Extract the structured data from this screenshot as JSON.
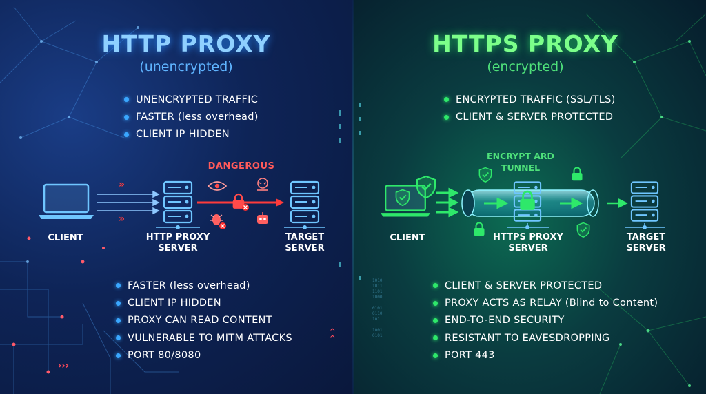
{
  "http": {
    "title": "HTTP PROXY",
    "subtitle": "(unencrypted)",
    "top_features": [
      "UNENCRYPTED TRAFFIC",
      "FASTER (less overhead)",
      "CLIENT IP HIDDEN"
    ],
    "warning": "DANGEROUS",
    "nodes": {
      "client": "CLIENT",
      "proxy_1": "HTTP PROXY",
      "proxy_2": "SERVER",
      "target_1": "TARGET",
      "target_2": "SERVER"
    },
    "bottom_features": [
      "FASTER (less overhead)",
      "CLIENT IP HIDDEN",
      "PROXY CAN READ CONTENT",
      "VULNERABLE TO MITM ATTACKS",
      "PORT 80/8080"
    ]
  },
  "https": {
    "title": "HTTPS PROXY",
    "subtitle": "(encrypted)",
    "top_features": [
      "ENCRYPTED TRAFFIC (SSL/TLS)",
      "CLIENT & SERVER PROTECTED"
    ],
    "tunnel_label_1": "ENCRYPT ARD",
    "tunnel_label_2": "TUNNEL",
    "nodes": {
      "client": "CLIENT",
      "proxy_1": "HTTPS PROXY",
      "proxy_2": "SERVER",
      "target_1": "TARGET",
      "target_2": "SERVER"
    },
    "bottom_features": [
      "CLIENT & SERVER PROTECTED",
      "PROXY ACTS AS RELAY (Blind to Content)",
      "END-TO-END SECURITY",
      "RESISTANT TO EAVESDROPPING",
      "PORT 443"
    ]
  },
  "binary": [
    "1010",
    "1011",
    "1101",
    "1000",
    "",
    "0101",
    "0110",
    "101",
    "",
    "1001",
    "0101"
  ],
  "colors": {
    "http_accent": "#3aa7ff",
    "http_title": "#8fd0ff",
    "danger": "#ff3b3b",
    "https_accent": "#2ee86a",
    "https_title": "#7cff8a",
    "server_blue": "#6fc6ff"
  },
  "icons": {
    "client": "laptop-icon",
    "server": "server-rack-icon",
    "threats": [
      "eye-icon",
      "hacker-icon",
      "bug-icon",
      "robot-icon",
      "broken-lock-icon"
    ],
    "security": [
      "shield-check-icon",
      "padlock-icon"
    ]
  }
}
